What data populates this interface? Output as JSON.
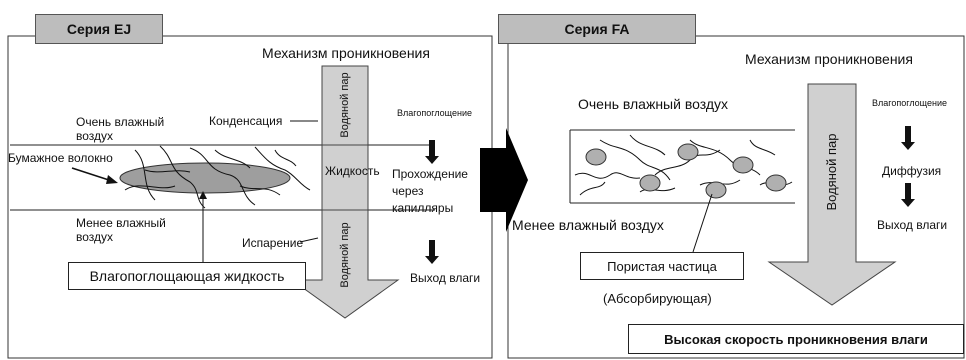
{
  "left": {
    "tab": "Серия EJ",
    "mechanism_title": "Механизм проникновения",
    "very_humid_air": "Очень влажный\nвоздух",
    "condensation": "Конденсация",
    "paper_fiber": "Бумажное волокно",
    "less_humid_air": "Менее влажный\nвоздух",
    "evaporation": "Испарение",
    "absorbing_liquid": "Влагопоглощающая жидкость",
    "water_vapor_top": "Водяной пар",
    "liquid": "Жидкость",
    "water_vapor_bottom": "Водяной пар",
    "step_absorption": "Влагопоглощение",
    "step_capillary": "Прохождение\nчерез\nкапилляры",
    "step_exit": "Выход влаги"
  },
  "right": {
    "tab": "Серия FA",
    "mechanism_title": "Механизм проникновения",
    "very_humid_air": "Очень влажный воздух",
    "less_humid_air": "Менее влажный воздух",
    "porous_particle": "Пористая частица",
    "absorbing": "(Абсорбирующая)",
    "water_vapor": "Водяной пар",
    "step_absorption": "Влагопоглощение",
    "step_diffusion": "Диффузия",
    "step_exit": "Выход влаги",
    "high_rate": "Высокая скорость проникновения влаги"
  },
  "colors": {
    "tab_fill": "#bdbdbd",
    "arrow_fill": "#d0d0d0",
    "ellipse_fill": "#9e9e9e",
    "particle_fill": "#b0b0b0"
  }
}
